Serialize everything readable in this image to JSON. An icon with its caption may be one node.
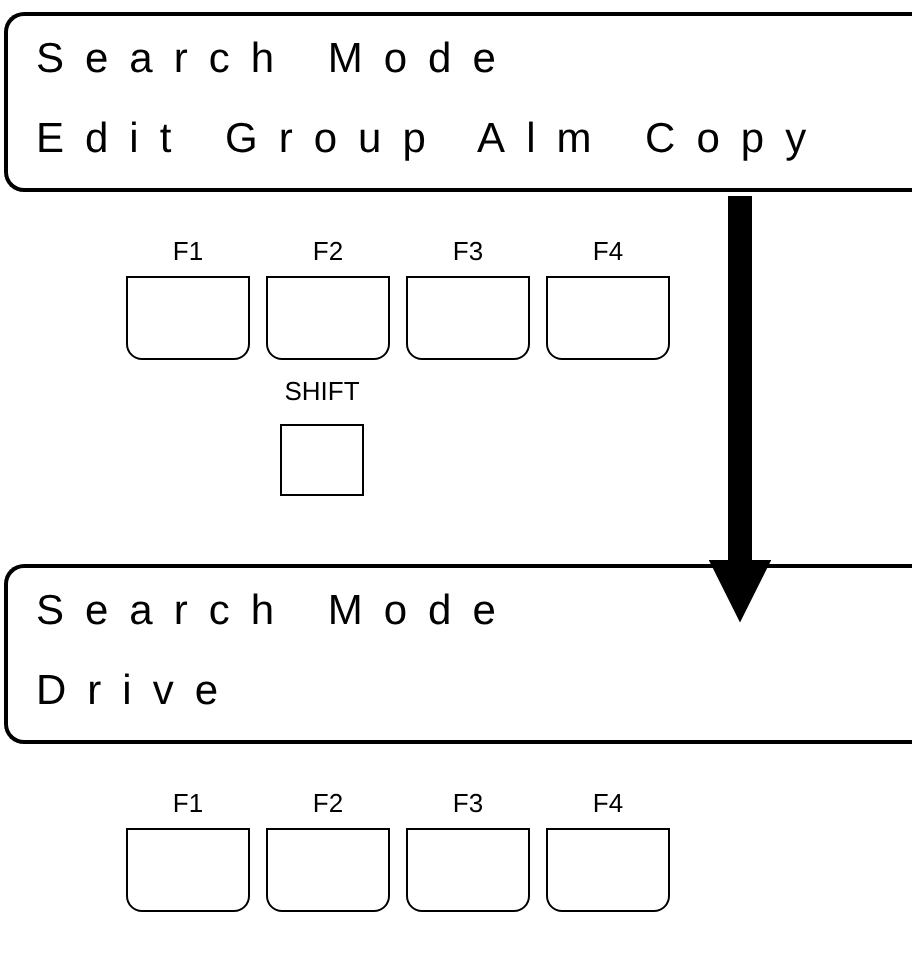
{
  "diagram": {
    "nodes": [
      {
        "text": [
          "Search Mode",
          "Edit Group Alm Copy"
        ]
      },
      {
        "text": [
          "F1"
        ]
      },
      {
        "text": [
          "F2"
        ]
      },
      {
        "text": [
          "F3"
        ]
      },
      {
        "text": [
          "F4"
        ]
      },
      {
        "text": [
          "SHIFT"
        ]
      },
      {
        "text": [
          "Search Mode",
          "Drive"
        ]
      },
      {
        "text": [
          "F1"
        ]
      },
      {
        "text": [
          "F2"
        ]
      },
      {
        "text": [
          "F3"
        ]
      },
      {
        "text": [
          "F4"
        ]
      }
    ],
    "edges": [
      {
        "from": 0,
        "to": 6,
        "arrow": "to"
      }
    ]
  }
}
